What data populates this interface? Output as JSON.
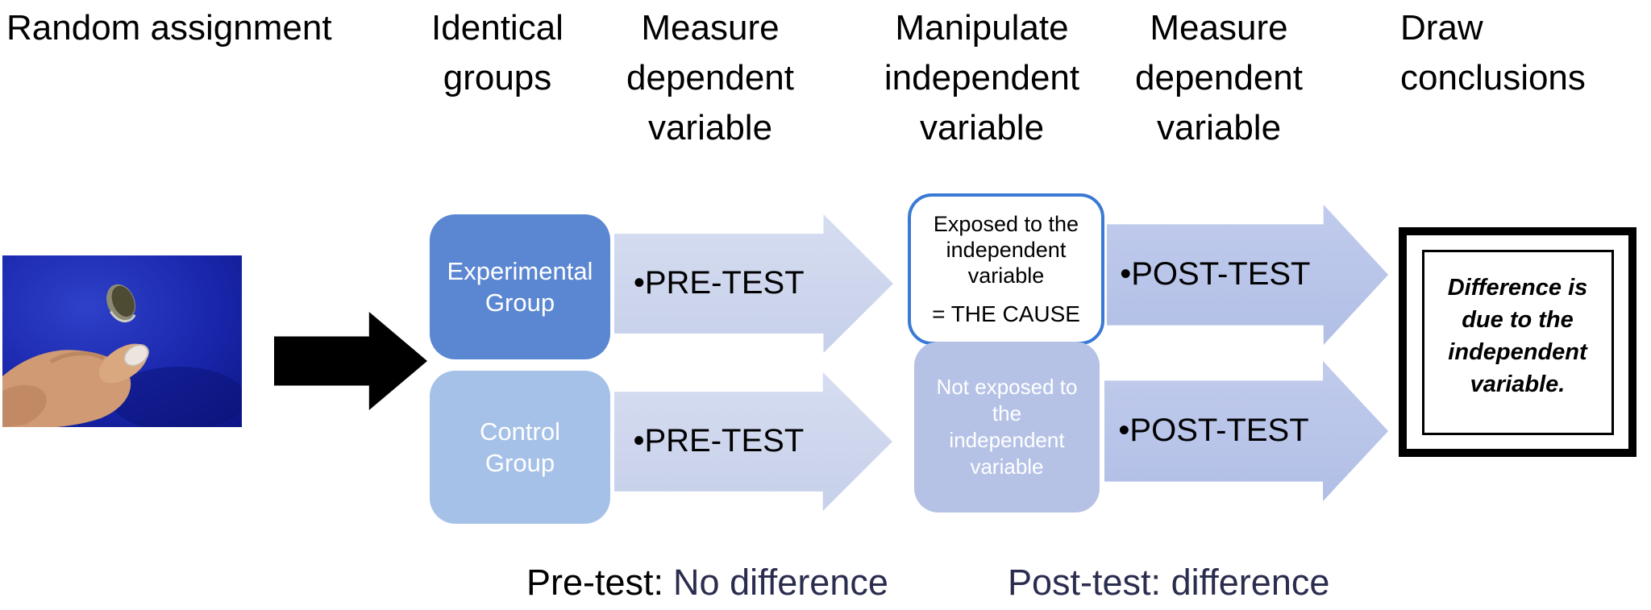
{
  "headers": [
    {
      "id": "random-assignment",
      "lines": [
        "Random assignment"
      ]
    },
    {
      "id": "identical-groups",
      "lines": [
        "Identical",
        "groups"
      ]
    },
    {
      "id": "measure-dependent-1",
      "lines": [
        "Measure",
        "dependent",
        "variable"
      ]
    },
    {
      "id": "manipulate-independent",
      "lines": [
        "Manipulate",
        "independent",
        "variable"
      ]
    },
    {
      "id": "measure-dependent-2",
      "lines": [
        "Measure",
        "dependent",
        "variable"
      ]
    },
    {
      "id": "draw-conclusions",
      "lines": [
        "Draw",
        "conclusions"
      ]
    }
  ],
  "flow": {
    "experimental_box": {
      "lines": [
        "Experimental",
        "Group"
      ]
    },
    "control_box": {
      "lines": [
        "Control",
        "Group"
      ]
    },
    "row1": {
      "pretest": "•PRE-TEST",
      "posttest": "•POST-TEST"
    },
    "row2": {
      "pretest": "•PRE-TEST",
      "posttest": "•POST-TEST"
    },
    "exposed_box": {
      "lines": [
        "Exposed to the",
        "independent",
        "variable"
      ],
      "cause": "= THE CAUSE"
    },
    "not_exposed_box": {
      "lines": [
        "Not exposed to",
        "the",
        "independent",
        "variable"
      ]
    },
    "conclusion_box": {
      "lines": [
        "Difference is",
        "due to the",
        "independent",
        "variable."
      ]
    }
  },
  "footer": {
    "pretest_label": "Pre-test:",
    "pretest_value": "No difference",
    "posttest": "Post-test: difference"
  },
  "colors": {
    "experimental_box_fill": "#5b87d2",
    "control_box_fill": "#a6c1e7",
    "pretest_arrow_fill": "#ccd5ec",
    "posttest_arrow_fill": "#b8c5e8",
    "exposed_box_border": "#3a7ad4",
    "not_exposed_box_fill": "#b5c2e6",
    "black_arrow": "#000000",
    "footer_navy": "#2b2d4f",
    "photo_background_blue": "#1a27ad"
  }
}
